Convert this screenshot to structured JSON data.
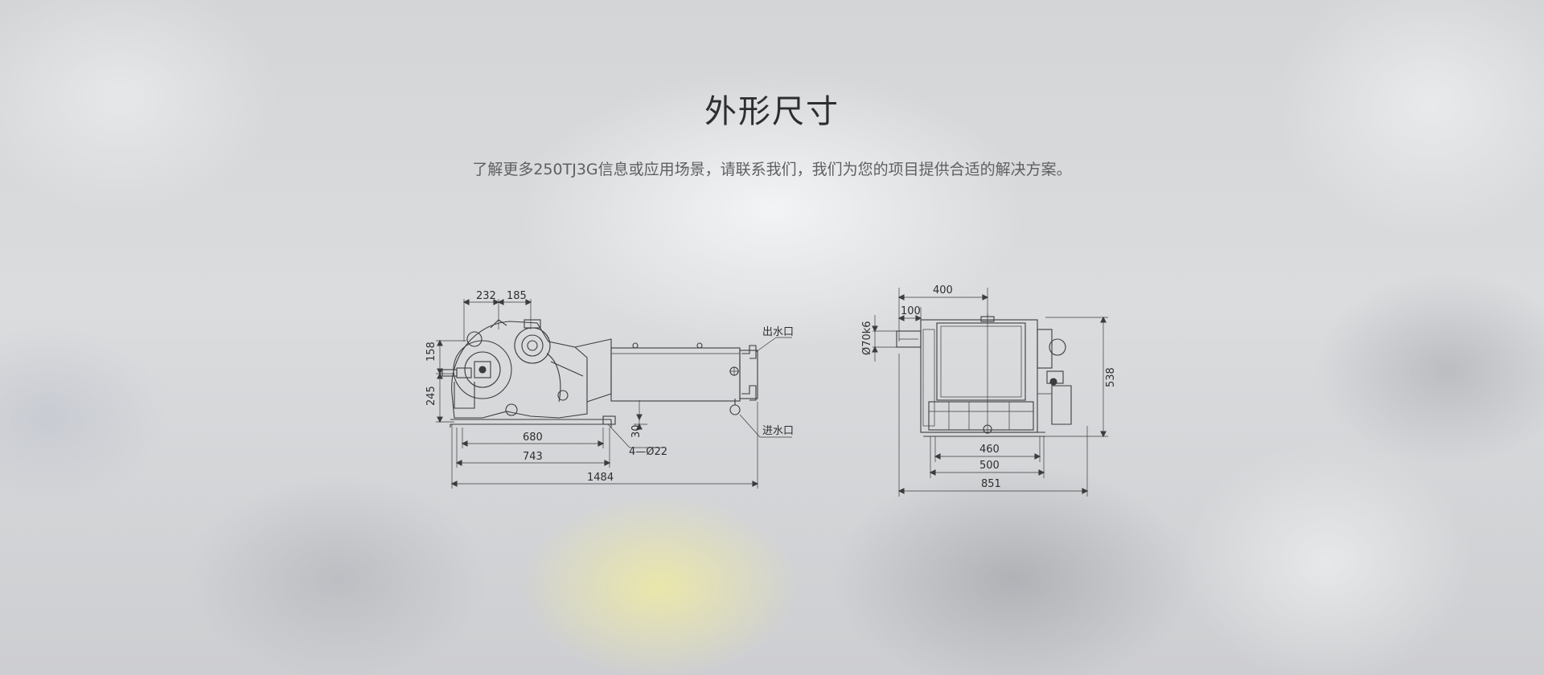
{
  "page": {
    "title": "外形尺寸",
    "subtitle": "了解更多250TJ3G信息或应用场景，请联系我们，我们为您的项目提供合适的解决方案。"
  },
  "side_view": {
    "dim_top_1": "232",
    "dim_top_2": "185",
    "dim_left_1": "158",
    "dim_left_2": "245",
    "dim_inner": "680",
    "dim_mount": "743",
    "dim_overall": "1484",
    "dim_base": "30",
    "bolt_holes": "4—Ø22",
    "outlet_label": "出水口",
    "inlet_label": "进水口"
  },
  "end_view": {
    "dim_top": "400",
    "dim_shaft_len": "100",
    "dim_shaft": "Ø70k6",
    "dim_height": "538",
    "dim_base_1": "460",
    "dim_base_2": "500",
    "dim_overall": "851"
  }
}
